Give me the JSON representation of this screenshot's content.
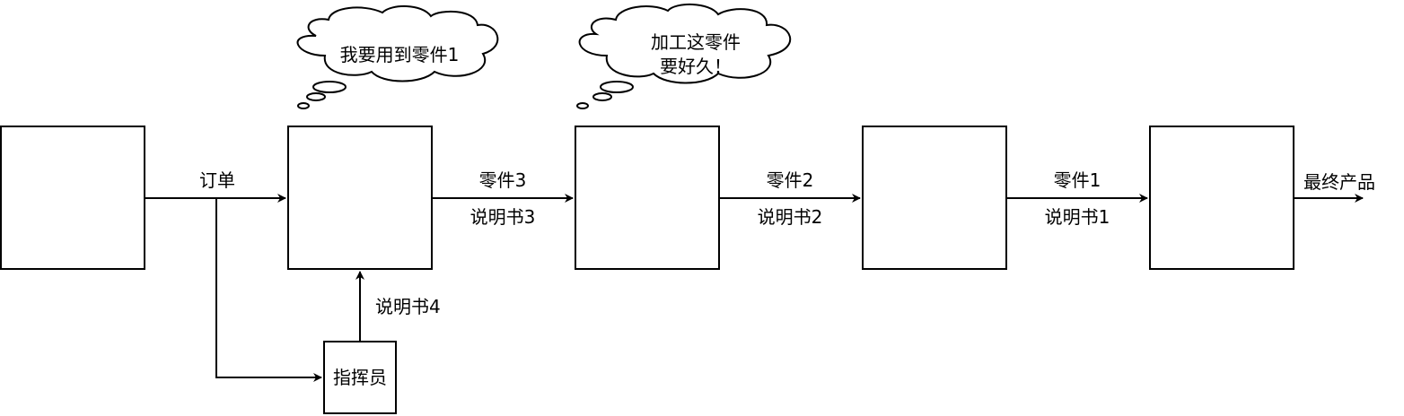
{
  "labels": {
    "order": "订单",
    "part3": "零件3",
    "manual3": "说明书3",
    "part2": "零件2",
    "manual2": "说明书2",
    "part1": "零件1",
    "manual1": "说明书1",
    "final_product": "最终产品",
    "manual4": "说明书4",
    "commander": "指挥员"
  },
  "thoughts": {
    "bubble1": "我要用到零件1",
    "bubble2_line1": "加工这零件",
    "bubble2_line2": "要好久！"
  },
  "colors": {
    "stroke": "#000000",
    "fill": "#ffffff"
  }
}
